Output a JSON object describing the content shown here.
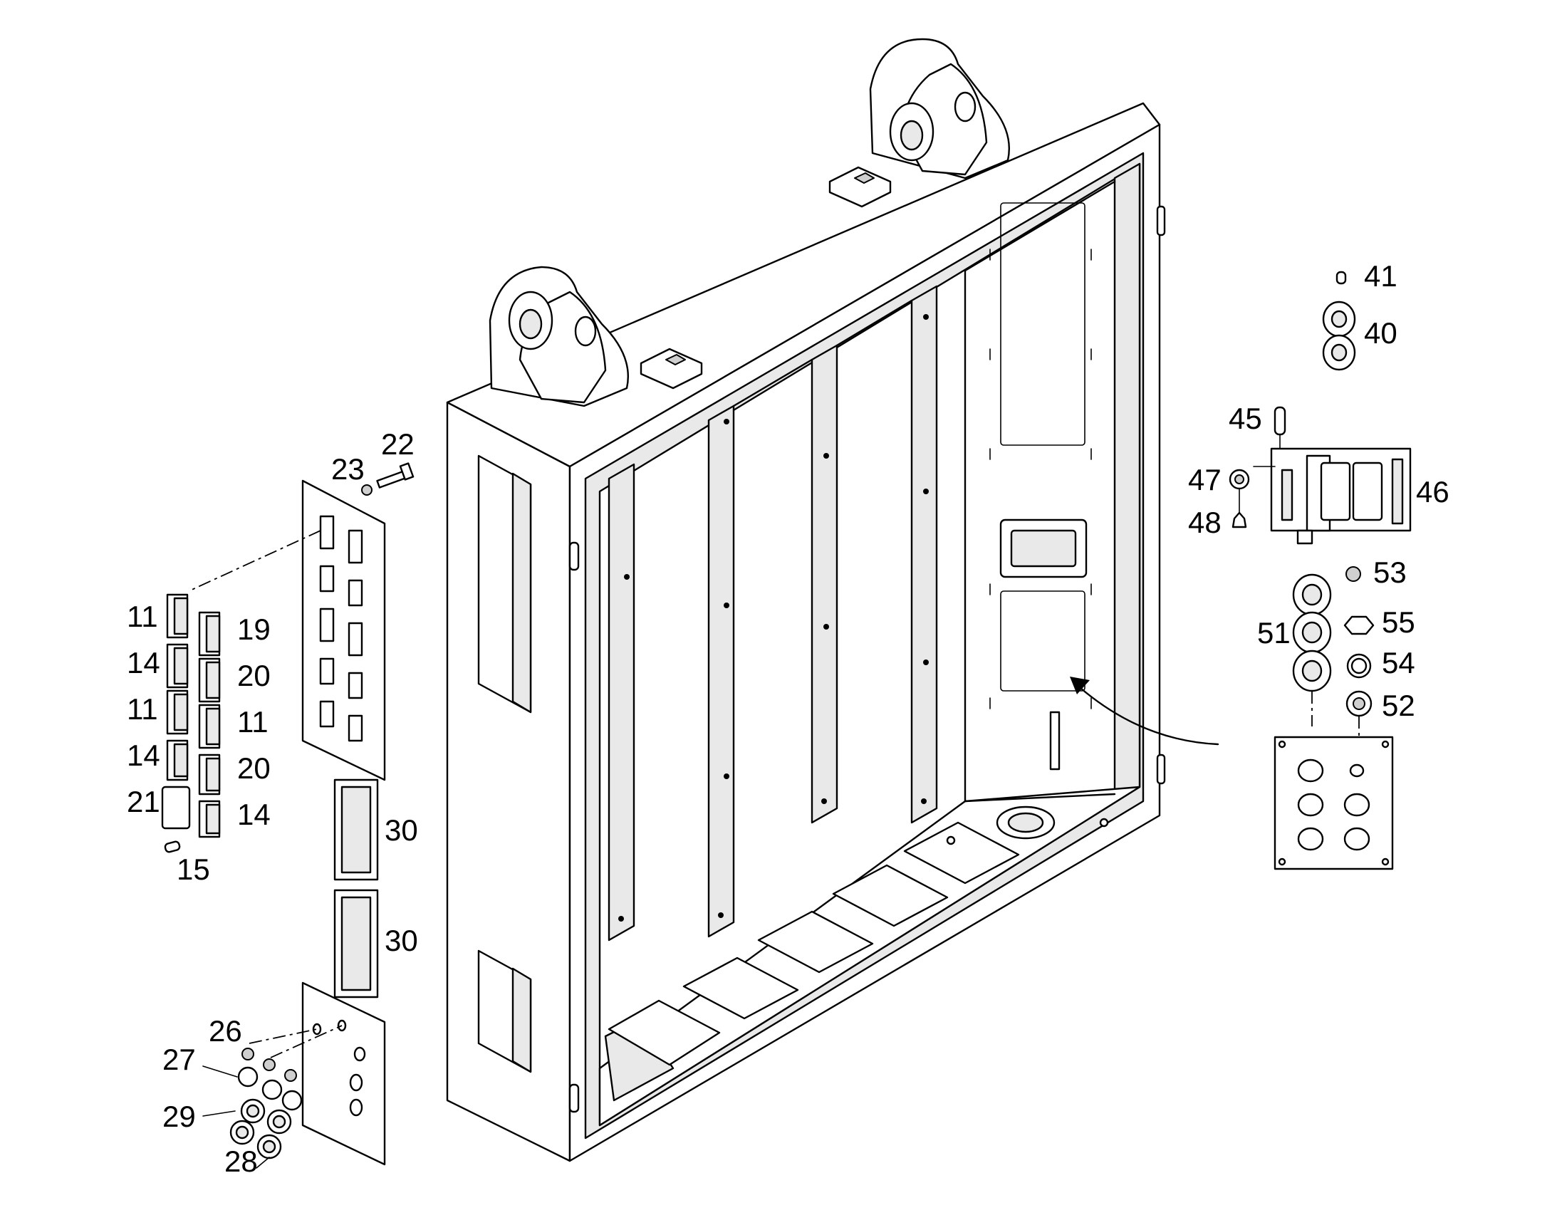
{
  "callouts": {
    "c11a": "11",
    "c14a": "14",
    "c11b": "11",
    "c14b": "14",
    "c21": "21",
    "c15": "15",
    "c19": "19",
    "c20a": "20",
    "c11c": "11",
    "c20b": "20",
    "c14c": "14",
    "c23": "23",
    "c22": "22",
    "c30a": "30",
    "c30b": "30",
    "c26": "26",
    "c27": "27",
    "c29": "29",
    "c28": "28",
    "c41": "41",
    "c40": "40",
    "c45": "45",
    "c47": "47",
    "c48": "48",
    "c46": "46",
    "c53": "53",
    "c51": "51",
    "c55": "55",
    "c54": "54",
    "c52": "52"
  }
}
